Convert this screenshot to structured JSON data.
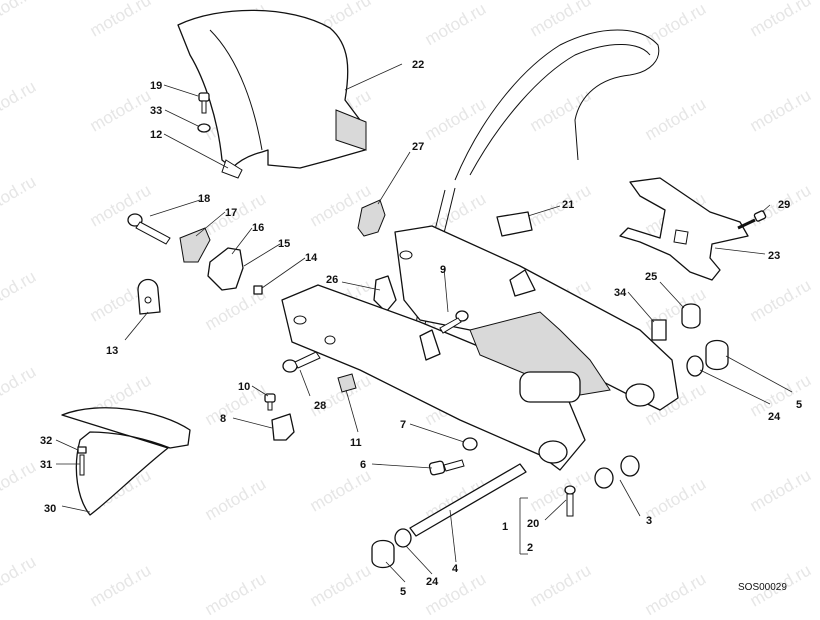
{
  "diagram": {
    "code": "SOS00029",
    "watermark": "motod.ru",
    "callouts": [
      {
        "id": "c22",
        "label": "22"
      },
      {
        "id": "c19",
        "label": "19"
      },
      {
        "id": "c33",
        "label": "33"
      },
      {
        "id": "c12",
        "label": "12"
      },
      {
        "id": "c27",
        "label": "27"
      },
      {
        "id": "c21",
        "label": "21"
      },
      {
        "id": "c29",
        "label": "29"
      },
      {
        "id": "c23",
        "label": "23"
      },
      {
        "id": "c18",
        "label": "18"
      },
      {
        "id": "c17",
        "label": "17"
      },
      {
        "id": "c16",
        "label": "16"
      },
      {
        "id": "c15",
        "label": "15"
      },
      {
        "id": "c14",
        "label": "14"
      },
      {
        "id": "c9",
        "label": "9"
      },
      {
        "id": "c26",
        "label": "26"
      },
      {
        "id": "c25",
        "label": "25"
      },
      {
        "id": "c34",
        "label": "34"
      },
      {
        "id": "c13",
        "label": "13"
      },
      {
        "id": "c10",
        "label": "10"
      },
      {
        "id": "c28",
        "label": "28"
      },
      {
        "id": "c8",
        "label": "8"
      },
      {
        "id": "c11",
        "label": "11"
      },
      {
        "id": "c7",
        "label": "7"
      },
      {
        "id": "c24a",
        "label": "24"
      },
      {
        "id": "c5a",
        "label": "5"
      },
      {
        "id": "c32",
        "label": "32"
      },
      {
        "id": "c31",
        "label": "31"
      },
      {
        "id": "c30",
        "label": "30"
      },
      {
        "id": "c6",
        "label": "6"
      },
      {
        "id": "c3",
        "label": "3"
      },
      {
        "id": "c1",
        "label": "1"
      },
      {
        "id": "c20",
        "label": "20"
      },
      {
        "id": "c2",
        "label": "2"
      },
      {
        "id": "c5b",
        "label": "5"
      },
      {
        "id": "c24b",
        "label": "24"
      },
      {
        "id": "c4",
        "label": "4"
      }
    ]
  }
}
